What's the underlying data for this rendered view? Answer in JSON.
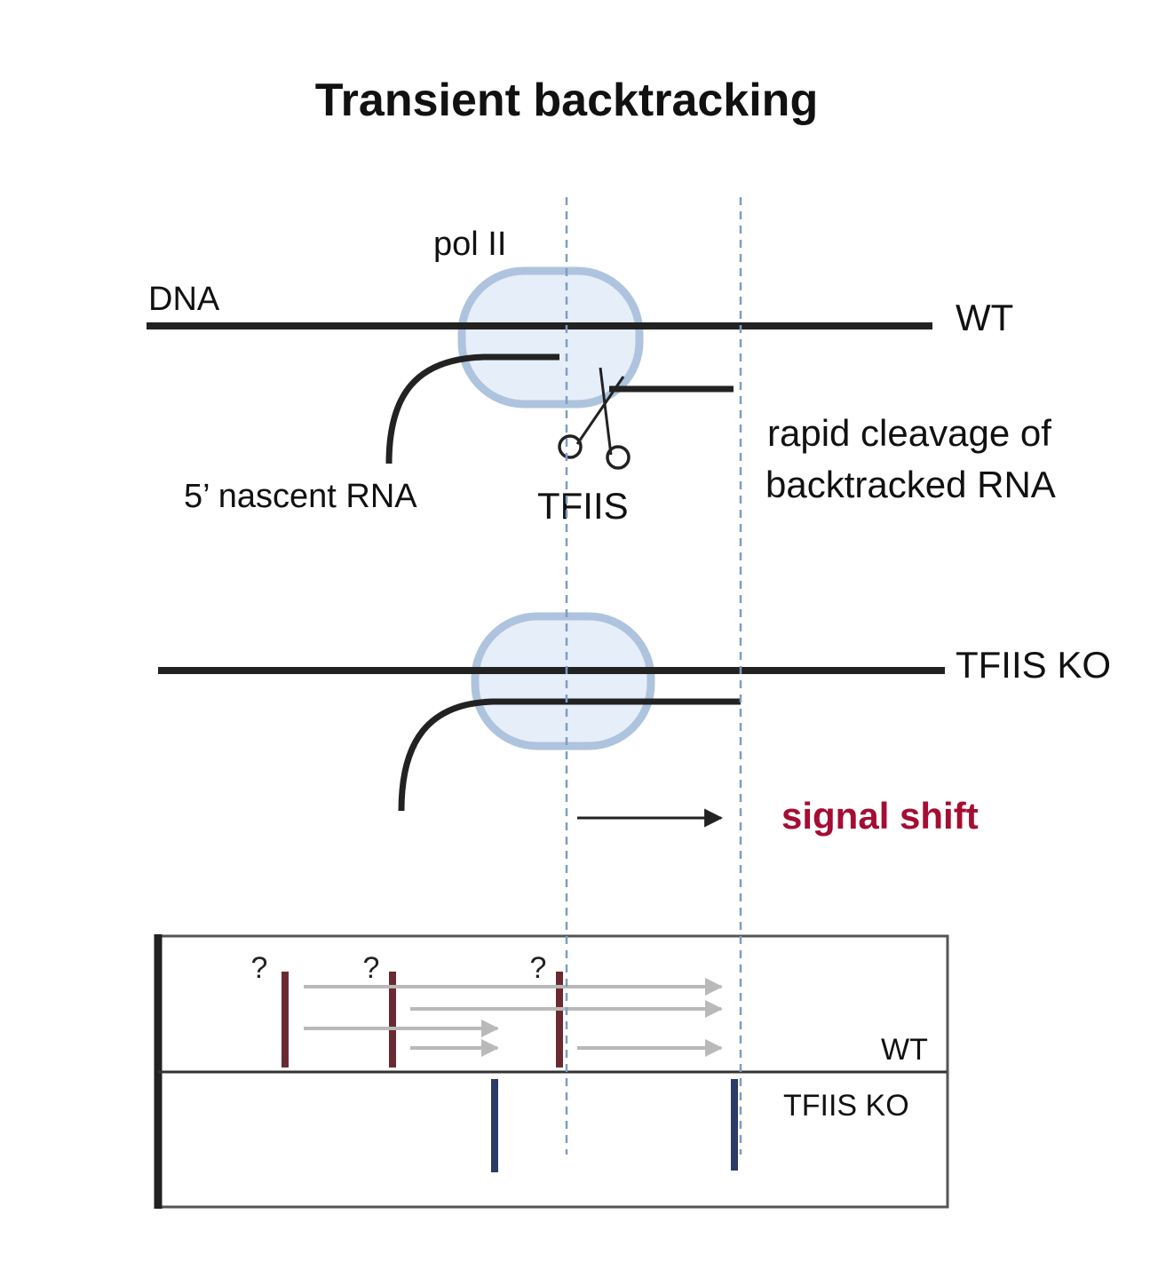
{
  "title": "Transient backtracking",
  "labels": {
    "pol_ii": "pol II",
    "dna": "DNA",
    "wt": "WT",
    "nascent_rna": "5’ nascent RNA",
    "tfiis": "TFIIS",
    "cleavage_line1": "rapid cleavage of",
    "cleavage_line2": "backtracked RNA",
    "tfiis_ko": "TFIIS KO",
    "signal_shift": "signal shift",
    "panel_wt": "WT",
    "panel_tfiis_ko": "TFIIS KO",
    "question_mark": "?"
  },
  "colors": {
    "line": "#222222",
    "pol_fill": "#e6eef9",
    "pol_stroke": "#aec3de",
    "guide_dash": "#7f9cc4",
    "signal_shift": "#a50d33",
    "wt_signal": "#6b2a33",
    "ko_signal": "#2b3a66",
    "grey_arrow": "#b9b9b9"
  },
  "icons": {
    "scissors": "scissors-icon"
  }
}
